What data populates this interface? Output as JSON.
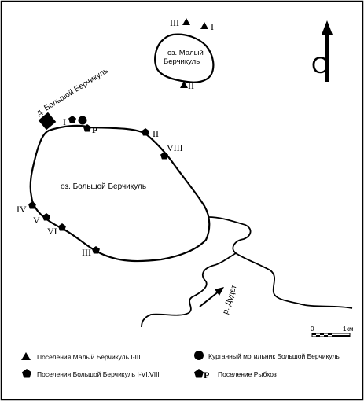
{
  "lakes": {
    "big": "оз. Большой Берчикуль",
    "small_line1": "оз. Малый",
    "small_line2": "Берчикуль"
  },
  "village": "д. Большой Берчикуль",
  "river": "р. Дудет",
  "north_letter": "С",
  "scale": {
    "start": "0",
    "end": "1км"
  },
  "site_labels": {
    "small_I": "I",
    "small_II": "II",
    "small_III": "III",
    "big_I": "I",
    "big_II": "II",
    "big_III": "III",
    "big_IV": "IV",
    "big_V": "V",
    "big_VI": "VI",
    "big_VIII": "VIII",
    "rybkhoz": "P"
  },
  "legend": {
    "triangle": "Поселения Малый Берчикуль I-III",
    "circle": "Курганный могильник Большой Берчикуль",
    "pentagon": "Поселения Большой Берчикуль I-VI.VIII",
    "rybkhoz_letter": "P",
    "rybkhoz": "Поселение Рыбхоз"
  },
  "symbols": {
    "triangle": "triangle-icon",
    "circle": "circle-icon",
    "pentagon": "pentagon-icon",
    "square": "square-icon",
    "north_arrow": "north-arrow-icon"
  }
}
